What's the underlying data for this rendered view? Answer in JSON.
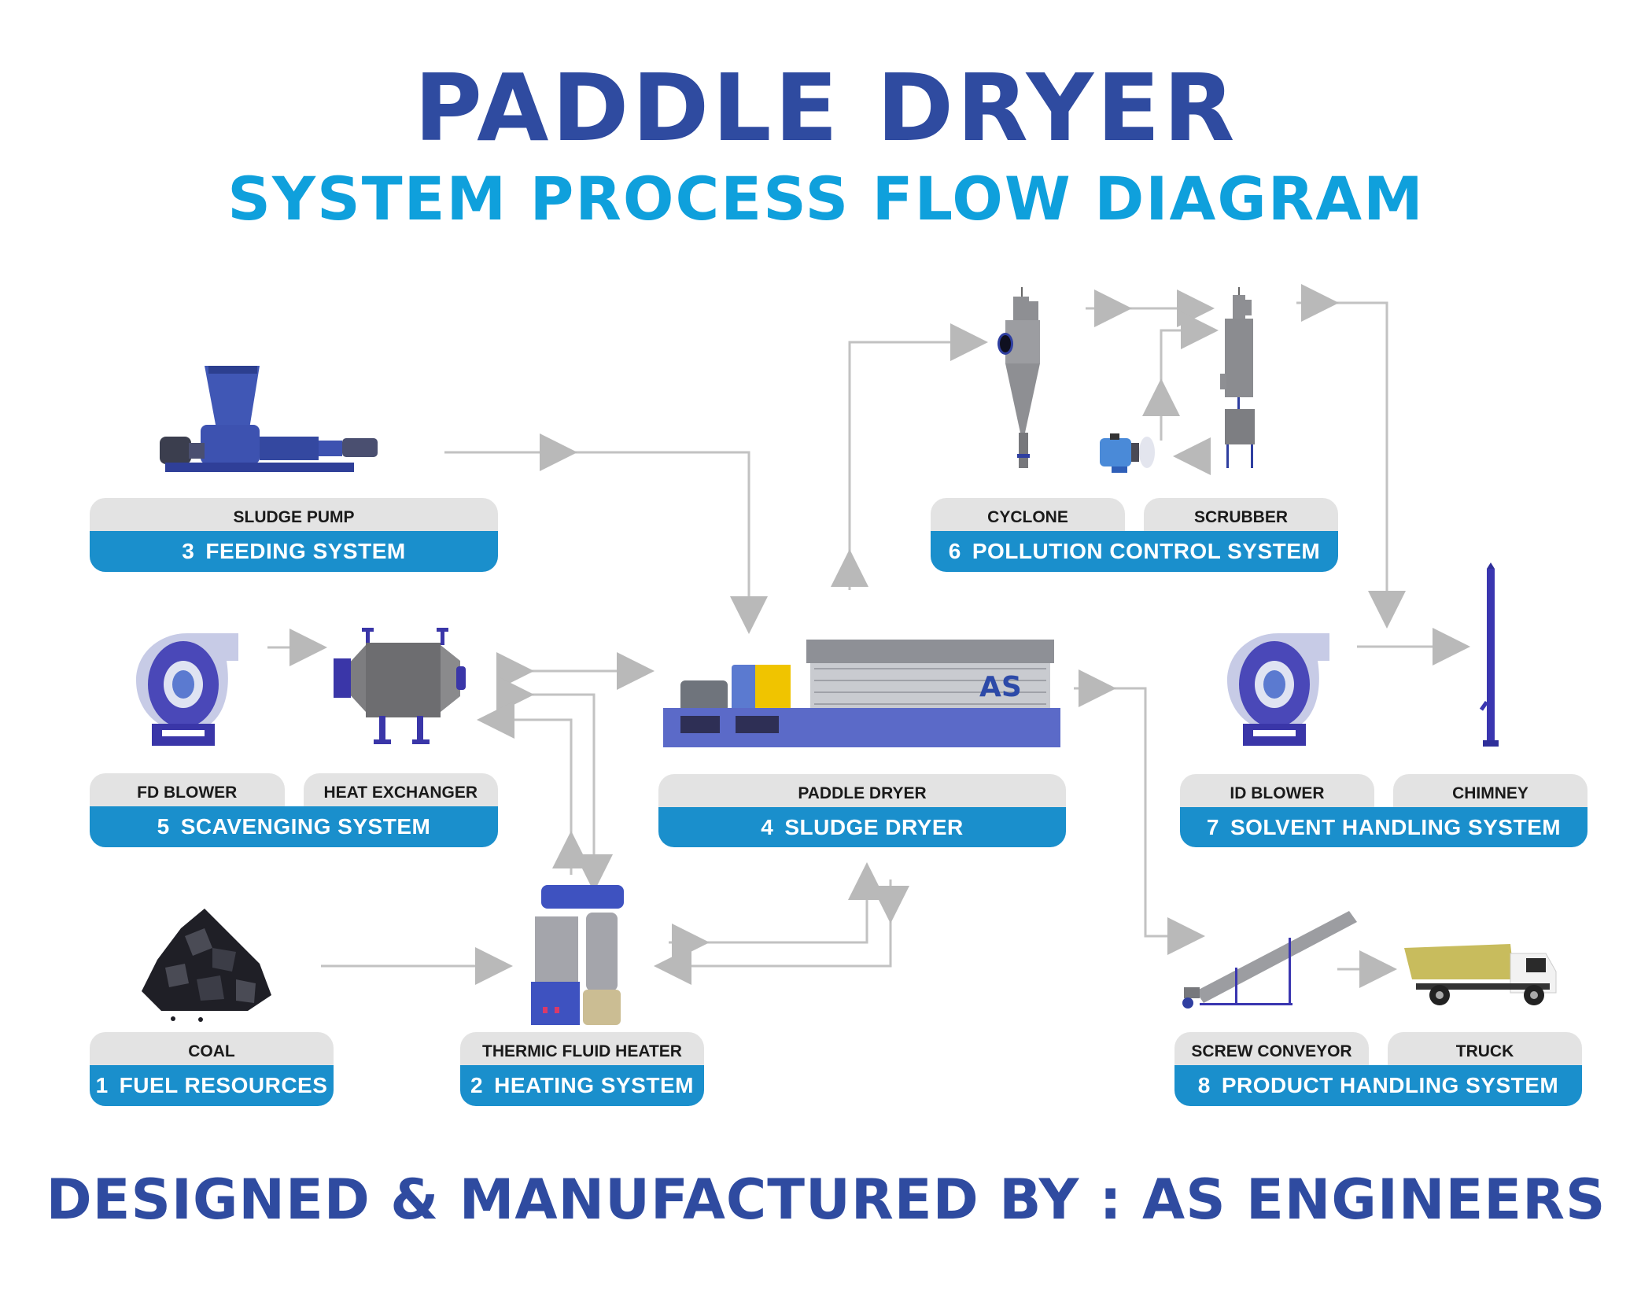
{
  "header": {
    "title": "PADDLE DRYER",
    "subtitle": "SYSTEM PROCESS FLOW DIAGRAM"
  },
  "colors": {
    "title": "#2f4ba0",
    "subtitle": "#0fa0dc",
    "system_bar": "#1a8fcc",
    "equipment_tab": "#e3e3e3",
    "flow_arrow": "#b9b9b9",
    "equipment_blue": "#3f4fb0"
  },
  "systems": [
    {
      "number": "1",
      "name": "FUEL RESOURCES",
      "equipment": [
        "COAL"
      ],
      "equipment_icons": [
        "coal-pile-icon"
      ]
    },
    {
      "number": "2",
      "name": "HEATING SYSTEM",
      "equipment": [
        "THERMIC FLUID HEATER"
      ],
      "equipment_icons": [
        "thermic-fluid-heater-icon"
      ]
    },
    {
      "number": "3",
      "name": "FEEDING SYSTEM",
      "equipment": [
        "SLUDGE PUMP"
      ],
      "equipment_icons": [
        "sludge-pump-icon"
      ]
    },
    {
      "number": "4",
      "name": "SLUDGE DRYER",
      "equipment": [
        "PADDLE DRYER"
      ],
      "equipment_icons": [
        "paddle-dryer-icon"
      ]
    },
    {
      "number": "5",
      "name": "SCAVENGING SYSTEM",
      "equipment": [
        "FD BLOWER",
        "HEAT EXCHANGER"
      ],
      "equipment_icons": [
        "fd-blower-icon",
        "heat-exchanger-icon"
      ]
    },
    {
      "number": "6",
      "name": "POLLUTION CONTROL SYSTEM",
      "equipment": [
        "CYCLONE",
        "SCRUBBER"
      ],
      "equipment_icons": [
        "cyclone-icon",
        "scrubber-icon"
      ]
    },
    {
      "number": "7",
      "name": "SOLVENT HANDLING SYSTEM",
      "equipment": [
        "ID BLOWER",
        "CHIMNEY"
      ],
      "equipment_icons": [
        "id-blower-icon",
        "chimney-icon"
      ]
    },
    {
      "number": "8",
      "name": "PRODUCT HANDLING SYSTEM",
      "equipment": [
        "SCREW CONVEYOR",
        "TRUCK"
      ],
      "equipment_icons": [
        "screw-conveyor-icon",
        "dump-truck-icon"
      ]
    }
  ],
  "flows": [
    {
      "from": "COAL",
      "to": "THERMIC FLUID HEATER"
    },
    {
      "from": "THERMIC FLUID HEATER",
      "to": "PADDLE DRYER"
    },
    {
      "from": "PADDLE DRYER",
      "to": "THERMIC FLUID HEATER"
    },
    {
      "from": "THERMIC FLUID HEATER",
      "to": "HEAT EXCHANGER"
    },
    {
      "from": "HEAT EXCHANGER",
      "to": "THERMIC FLUID HEATER"
    },
    {
      "from": "FD BLOWER",
      "to": "HEAT EXCHANGER"
    },
    {
      "from": "HEAT EXCHANGER",
      "to": "PADDLE DRYER"
    },
    {
      "from": "SLUDGE PUMP",
      "to": "PADDLE DRYER"
    },
    {
      "from": "PADDLE DRYER",
      "to": "CYCLONE"
    },
    {
      "from": "CYCLONE",
      "to": "SCRUBBER"
    },
    {
      "from": "SCRUBBER",
      "to": "SCRUBBER PUMP"
    },
    {
      "from": "SCRUBBER PUMP",
      "to": "SCRUBBER"
    },
    {
      "from": "SCRUBBER",
      "to": "ID BLOWER"
    },
    {
      "from": "ID BLOWER",
      "to": "CHIMNEY"
    },
    {
      "from": "PADDLE DRYER",
      "to": "SCREW CONVEYOR"
    },
    {
      "from": "SCREW CONVEYOR",
      "to": "TRUCK"
    }
  ],
  "footer": {
    "text": "DESIGNED & MANUFACTURED BY : AS ENGINEERS"
  }
}
